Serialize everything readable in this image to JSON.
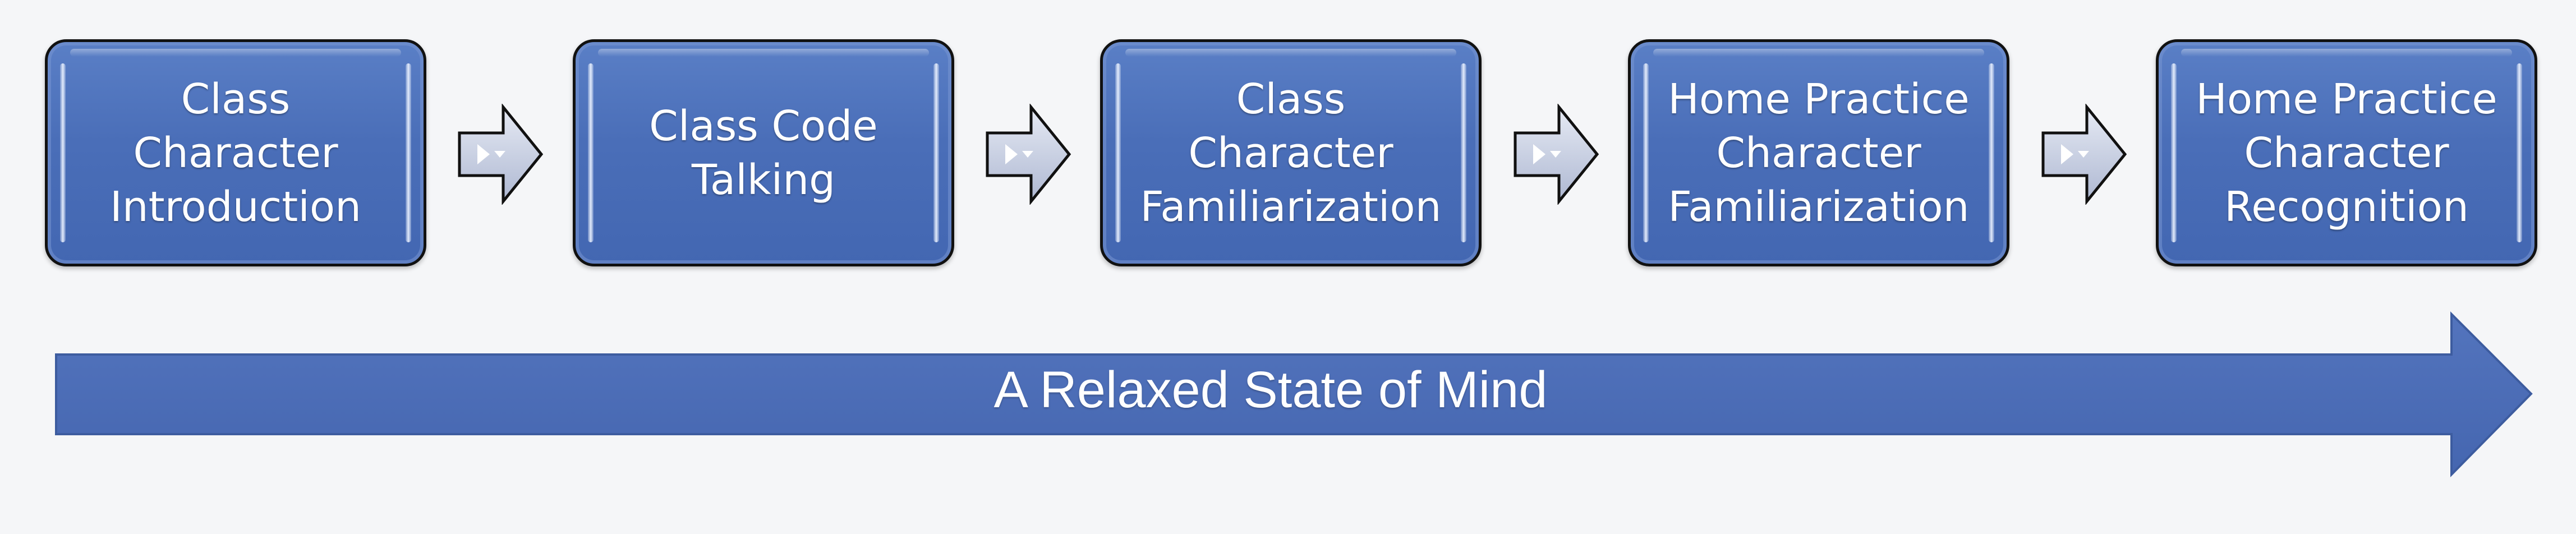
{
  "steps": [
    {
      "label": "Class Character\nIntroduction"
    },
    {
      "label": "Class Code\nTalking"
    },
    {
      "label": "Class Character\nFamiliarization"
    },
    {
      "label": "Home Practice\nCharacter\nFamiliarization"
    },
    {
      "label": "Home Practice\nCharacter\nRecognition"
    }
  ],
  "progress_arrow": {
    "label": "A Relaxed State of Mind"
  },
  "colors": {
    "box_fill": "#4a6eb8",
    "box_border": "#111111",
    "arrow_fill": "#4a6db8",
    "connector_fill": "#c9d1e6",
    "background": "#f5f6f8",
    "text": "#ffffff"
  }
}
